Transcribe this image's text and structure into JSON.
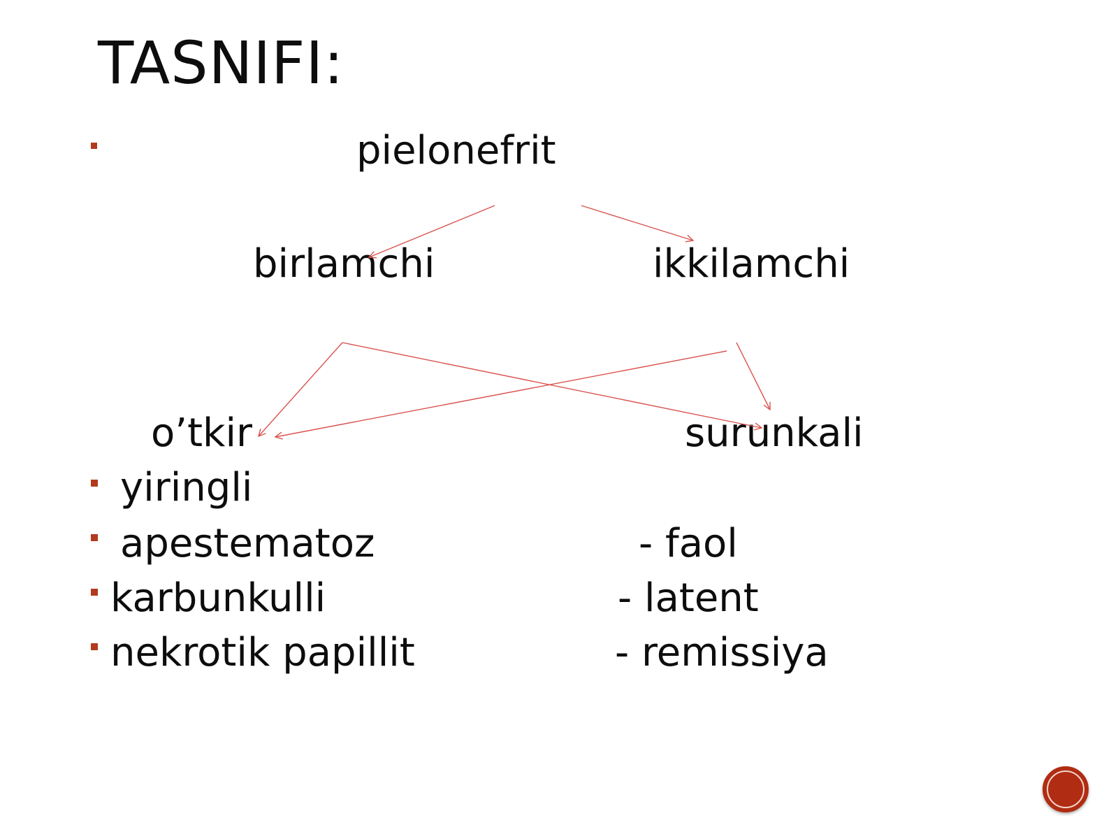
{
  "title": "TASNIFI:",
  "nodes": {
    "root": "pielonefrit",
    "primary": "birlamchi",
    "secondary": "ikkilamchi",
    "acute": "o’tkir",
    "chronic": "surunkali"
  },
  "acute_types": [
    "yiringli",
    "apestematoz",
    "karbunkulli",
    "nekrotik papillit"
  ],
  "chronic_phases": [
    "- faol",
    "- latent",
    "- remissiya"
  ],
  "colors": {
    "accent": "#b23a1f",
    "arrow": "#d9534f",
    "text": "#0d0d0d"
  }
}
